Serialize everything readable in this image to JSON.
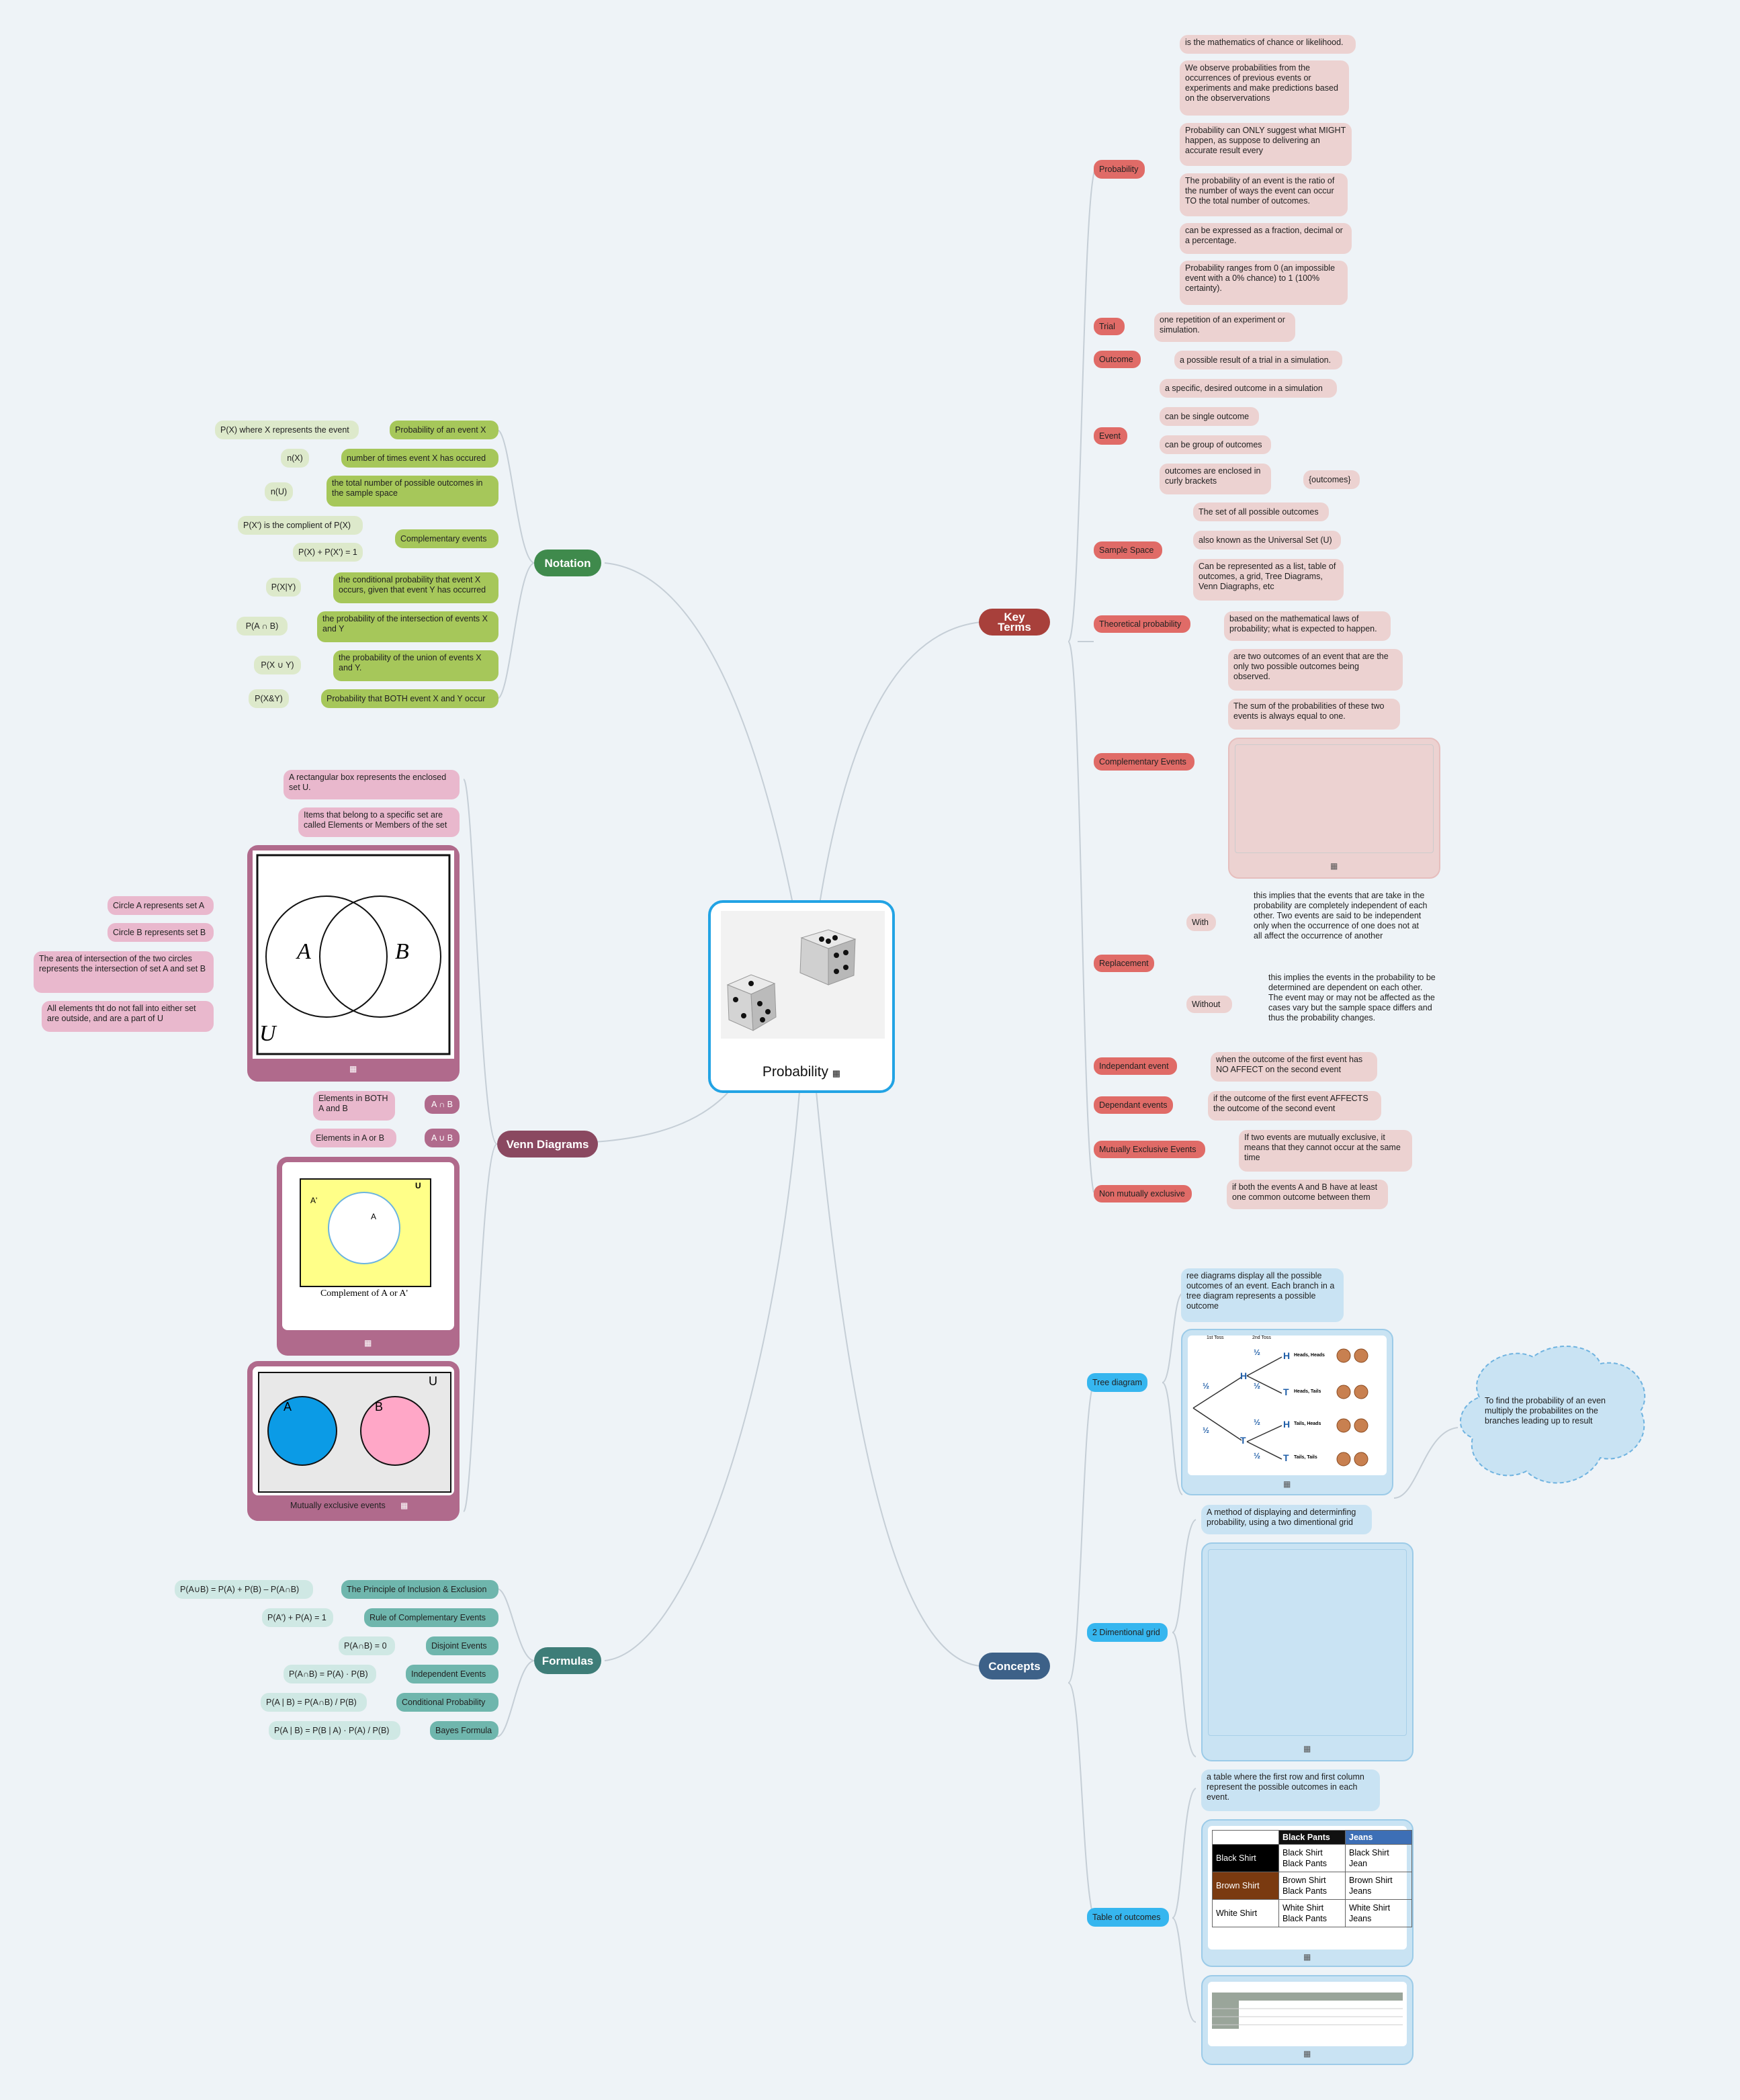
{
  "colors": {
    "key_terms": "#a8403b",
    "notation": "#3f8a4c",
    "venn": "#8a4860",
    "formulas": "#3e7d78",
    "concepts": "#3d6188",
    "center_border": "#22a3e4"
  },
  "center": {
    "title": "Probability",
    "icon": "image-icon"
  },
  "key_terms": {
    "title": "Key Terms",
    "probability": {
      "label": "Probability",
      "items": [
        "is the mathematics of chance or likelihood.",
        "We observe probabilities from the occurrences of previous events or experiments and make predictions based on the observervations",
        "Probability can ONLY suggest what MIGHT happen, as suppose to    delivering an accurate result every",
        "The probability of an event is the ratio of the number of ways the event can occur TO the total number of outcomes.",
        "can be expressed as a fraction, decimal or a percentage.",
        "Probability ranges from 0 (an impossible event with a 0% chance) to 1 (100% certainty)."
      ]
    },
    "trial": {
      "label": "Trial",
      "item": "one repetition of an experiment or simulation."
    },
    "outcome": {
      "label": "Outcome",
      "item": "a possible result of a trial in a simulation."
    },
    "event": {
      "label": "Event",
      "items": [
        "a specific, desired outcome in a simulation",
        "can be  single outcome",
        "can be group of outcomes",
        "outcomes are enclosed in curly brackets"
      ],
      "extra": "{outcomes}"
    },
    "sample_space": {
      "label": "Sample Space",
      "items": [
        "The set of all possible outcomes",
        "also known as the Universal Set (U)",
        "Can be represented as a list, table of outcomes, a grid, Tree Diagrams, Venn Diagraphs, etc"
      ]
    },
    "theoretical": {
      "label": "Theoretical probability",
      "item": "based on the mathematical laws of probability; what is expected to happen."
    },
    "complementary": {
      "label": "Complementary Events",
      "items": [
        "are two outcomes of an event that are the only two possible outcomes being observed.",
        "The sum of the probabilities of these two events is always equal to one."
      ]
    },
    "replacement": {
      "label": "Replacement",
      "with": "With",
      "with_text": "this implies that the events that are take in the probability are completely independent of each other. Two events are said to be independent only when the occurrence of one does not at all affect the occurrence of another",
      "without": "Without",
      "without_text": "this implies the events in the probability to be determined are dependent on each other. The event may or may not be affected as the cases vary but the sample space differs and thus the probability changes."
    },
    "independant": {
      "label": "Independant event",
      "item": "when the outcome of the first event has NO AFFECT on the second event"
    },
    "dependant": {
      "label": "Dependant events",
      "item": "if the outcome of the first event AFFECTS the outcome of the second event"
    },
    "mutually": {
      "label": "Mutually Exclusive Events",
      "item": "If two events are mutually exclusive, it means that they cannot occur at the same time"
    },
    "non_mutually": {
      "label": "Non mutually exclusive",
      "item": "if both the events A and B have at least one common outcome between them"
    }
  },
  "notation": {
    "title": "Notation",
    "rows": [
      {
        "label": "Probability of an event X",
        "child": "P(X) where X represents the event"
      },
      {
        "label": "number of times event X has occured",
        "child": "n(X)"
      },
      {
        "label": "the total number of possible outcomes in the sample space",
        "child": "n(U)"
      },
      {
        "label": "Complementary events",
        "children": [
          "P(X') is the complient of P(X)",
          "P(X) + P(X') = 1"
        ]
      },
      {
        "label": "the conditional probability that event X occurs, given that event Y has occurred",
        "child": "P(X|Y)"
      },
      {
        "label": "the probability of the intersection of events X and Y",
        "child": "P(A ∩ B)"
      },
      {
        "label": "the probability of the union of events X and Y.",
        "child": "P(X ∪ Y)"
      },
      {
        "label": "Probability that BOTH event X and Y occur",
        "child": "P(X&Y)"
      }
    ]
  },
  "venn": {
    "title": "Venn Diagrams",
    "items": [
      "A rectangular box represents the enclosed set U.",
      "Items that belong to a specific set are called Elements or Members of the set"
    ],
    "diagram_notes": [
      "Circle A represents set A",
      "Circle B represents set B",
      "The area of intersection of the two circles represents the intersection of set A and set B",
      "All elements tht do not fall into either set are outside, and are a part of U"
    ],
    "venn_labels": {
      "a": "A",
      "b": "B",
      "u": "U"
    },
    "intersect": {
      "label": "A ∩ B",
      "child": "Elements in BOTH A and B"
    },
    "union": {
      "label": "A ∪ B",
      "child": "Elements in A or B"
    },
    "complement": {
      "a_prime": "A'",
      "a": "A",
      "u": "U",
      "caption": "Complement of A or A'"
    },
    "mutual": {
      "a": "A",
      "b": "B",
      "u": "U",
      "caption": "Mutually exclusive events"
    }
  },
  "formulas": {
    "title": "Formulas",
    "rows": [
      {
        "label": "The Principle of Inclusion & Exclusion",
        "formula": "P(A∪B) = P(A) + P(B) – P(A∩B)"
      },
      {
        "label": "Rule of Complementary Events",
        "formula": "P(A') + P(A) = 1"
      },
      {
        "label": "Disjoint Events",
        "formula": "P(A∩B) = 0"
      },
      {
        "label": "Independent Events",
        "formula": "P(A∩B) = P(A) · P(B)"
      },
      {
        "label": "Conditional Probability",
        "formula": "P(A | B) = P(A∩B) / P(B)"
      },
      {
        "label": "Bayes Formula",
        "formula": "P(A | B) = P(B | A) · P(A) / P(B)"
      }
    ]
  },
  "concepts": {
    "title": "Concepts",
    "tree": {
      "label": "Tree diagram",
      "text": "ree diagrams display all the possible outcomes of an event. Each branch in a tree diagram represents a possible outcome",
      "callout": "To find the probability of an even multiply the probabilites on the branches leading up to result",
      "toss1": "1st Toss",
      "toss2": "2nd Toss",
      "half": "½",
      "h": "H",
      "t": "T",
      "outcomes": [
        "Heads, Heads",
        "Heads, Tails",
        "Tails, Heads",
        "Tails, Tails"
      ]
    },
    "grid": {
      "label": "2 Dimentional grid",
      "text": "A method of displaying and determinfing probability, using a two dimentional grid"
    },
    "table": {
      "label": "Table of outcomes",
      "text": "a table where the first row and first column represent the possible outcomes in each event.",
      "header": [
        "",
        "Black Pants",
        "Jeans"
      ],
      "rows": [
        [
          "Black Shirt",
          "Black Shirt Black Pants",
          "Black Shirt Jean"
        ],
        [
          "Brown Shirt",
          "Brown Shirt Black Pants",
          "Brown Shirt Jeans"
        ],
        [
          "White Shirt",
          "White Shirt Black Pants",
          "White Shirt Jeans"
        ]
      ]
    }
  }
}
